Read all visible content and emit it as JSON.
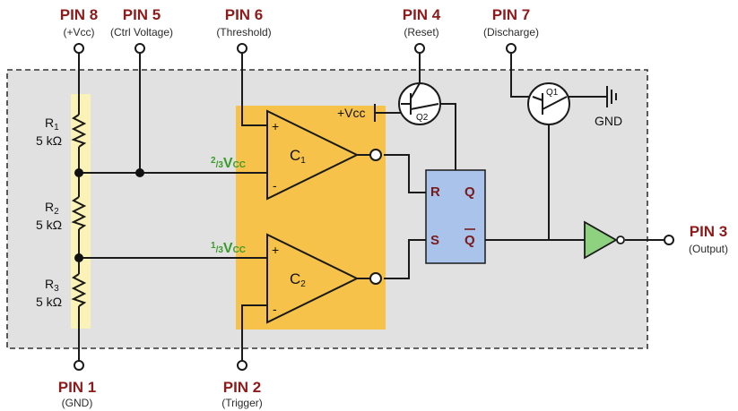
{
  "pins": {
    "pin8": {
      "title": "PIN 8",
      "sub": "(+Vcc)"
    },
    "pin5": {
      "title": "PIN 5",
      "sub": "(Ctrl Voltage)"
    },
    "pin6": {
      "title": "PIN 6",
      "sub": "(Threshold)"
    },
    "pin4": {
      "title": "PIN 4",
      "sub": "(Reset)"
    },
    "pin7": {
      "title": "PIN 7",
      "sub": "(Discharge)"
    },
    "pin1": {
      "title": "PIN 1",
      "sub": "(GND)"
    },
    "pin2": {
      "title": "PIN 2",
      "sub": "(Trigger)"
    },
    "pin3": {
      "title": "PIN 3",
      "sub": "(Output)"
    }
  },
  "resistors": {
    "r1": {
      "name": "R",
      "sub": "1",
      "value": "5 kΩ"
    },
    "r2": {
      "name": "R",
      "sub": "2",
      "value": "5 kΩ"
    },
    "r3": {
      "name": "R",
      "sub": "3",
      "value": "5 kΩ"
    }
  },
  "comparators": {
    "c1": {
      "name": "C",
      "sub": "1"
    },
    "c2": {
      "name": "C",
      "sub": "2"
    }
  },
  "thresholds": {
    "upper": {
      "num": "2",
      "den": "3",
      "label": "V",
      "sub": "CC"
    },
    "lower": {
      "num": "1",
      "den": "3",
      "label": "V",
      "sub": "CC"
    }
  },
  "flipflop": {
    "r": "R",
    "s": "S",
    "q": "Q",
    "qbar": "Q"
  },
  "transistors": {
    "q1": "Q1",
    "q2": "Q2"
  },
  "labels": {
    "vcc": "+Vcc",
    "gnd": "GND",
    "plus": "+",
    "minus": "-"
  },
  "colors": {
    "background_box": "#e1e1e1",
    "comparator_panel": "#f6c24a",
    "resistor_strip": "#fbf2b8",
    "flipflop": "#a9c3ea",
    "buffer": "#8ed17f",
    "pin_title": "#8e1b1b",
    "threshold_green": "#3a9b2a"
  }
}
